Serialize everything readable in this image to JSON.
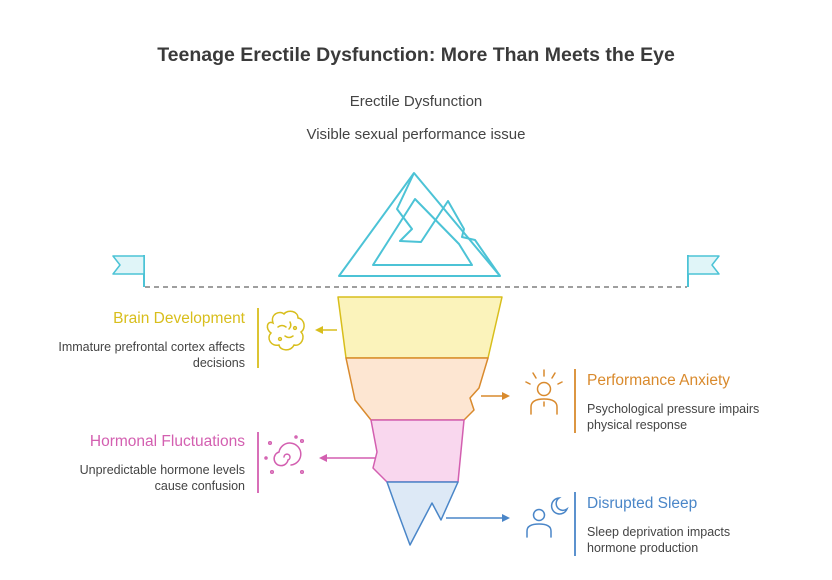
{
  "title": "Teenage Erectile Dysfunction: More Than Meets the Eye",
  "tip": {
    "title": "Erectile Dysfunction",
    "description": "Visible sexual performance issue",
    "color": "#4cc3d6"
  },
  "layers": [
    {
      "title": "Brain Development",
      "description": "Immature prefrontal cortex affects decisions",
      "color": "#d8be1c",
      "fill": "#fbf3bb",
      "icon": "brain-icon",
      "side": "left"
    },
    {
      "title": "Performance Anxiety",
      "description": "Psychological pressure impairs physical response",
      "color": "#d98a2d",
      "fill": "#fde6d2",
      "icon": "stressed-person-icon",
      "side": "right"
    },
    {
      "title": "Hormonal Fluctuations",
      "description": "Unpredictable hormone levels cause confusion",
      "color": "#d35fb0",
      "fill": "#f9d7ee",
      "icon": "swirl-icon",
      "side": "left"
    },
    {
      "title": "Disrupted Sleep",
      "description": "Sleep deprivation impacts hormone production",
      "color": "#4a86c8",
      "fill": "#dde9f6",
      "icon": "sleeping-person-moon-icon",
      "side": "right"
    }
  ]
}
